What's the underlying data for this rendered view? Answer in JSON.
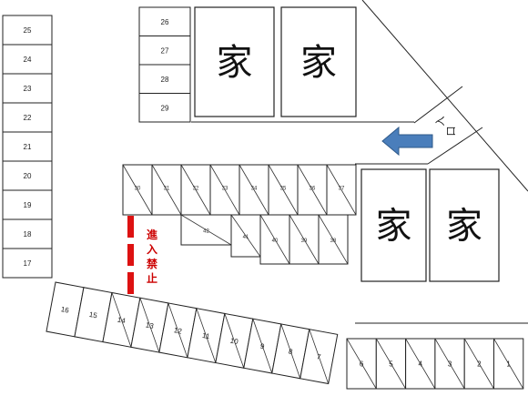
{
  "left_column": [
    "25",
    "24",
    "23",
    "22",
    "21",
    "20",
    "19",
    "18",
    "17"
  ],
  "top_column": [
    "26",
    "27",
    "28",
    "29"
  ],
  "houses": [
    "家",
    "家",
    "家",
    "家"
  ],
  "entrance": {
    "text": [
      "入",
      "口"
    ]
  },
  "no_entry": {
    "chars": [
      "進",
      "入",
      "禁",
      "止"
    ]
  },
  "row_upper": [
    "30",
    "31",
    "32",
    "33",
    "34",
    "35",
    "36",
    "37"
  ],
  "row_middle": [
    "42",
    "41",
    "40",
    "39",
    "38"
  ],
  "row_diagonal": [
    "16",
    "15",
    "14",
    "13",
    "12",
    "11",
    "10",
    "9",
    "8",
    "7"
  ],
  "row_bottom_right": [
    "6",
    "5",
    "4",
    "3",
    "2",
    "1"
  ],
  "colors": {
    "line": "#222222",
    "arrow": "#4a7ebb",
    "arrow_stroke": "#2f5a8a",
    "no_entry_red": "#cc0000",
    "bar_red": "#dd1111"
  }
}
